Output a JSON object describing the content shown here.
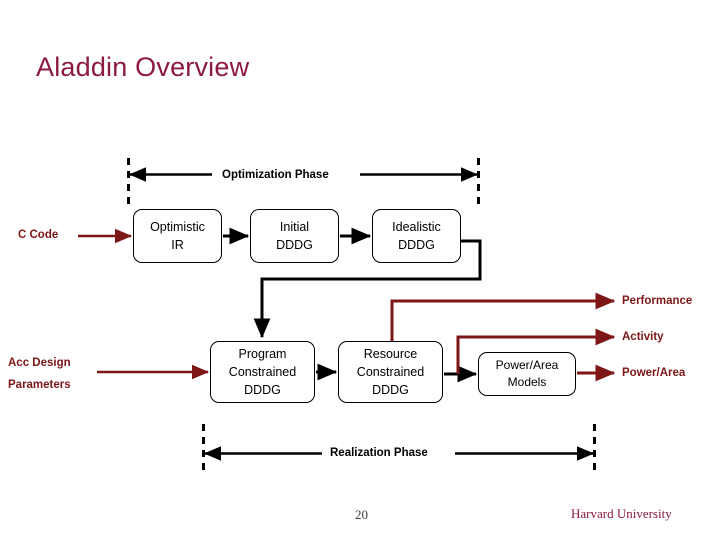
{
  "slide": {
    "title": "Aladdin Overview",
    "title_color": "#8C1B3E",
    "background": "#ffffff"
  },
  "diagram": {
    "type": "flowchart",
    "accent_red": "#7D1616",
    "line_black": "#000000",
    "phases": [
      {
        "id": "optimization-phase",
        "label": "Optimization Phase",
        "style": "double-headed-arrow-between-dashed-guides",
        "position": "top"
      },
      {
        "id": "realization-phase",
        "label": "Realization Phase",
        "style": "double-headed-arrow-between-dashed-guides",
        "position": "bottom"
      }
    ],
    "inputs": [
      {
        "id": "c-code",
        "label": "C Code",
        "color": "#7D1616",
        "target": "optimistic-ir"
      },
      {
        "id": "acc-design-parameters",
        "label_line1": "Acc Design",
        "label_line2": "Parameters",
        "color": "#7D1616",
        "target": "program-constrained-dddg"
      }
    ],
    "nodes": [
      {
        "id": "optimistic-ir",
        "lines": [
          "Optimistic",
          "IR"
        ]
      },
      {
        "id": "initial-dddg",
        "lines": [
          "Initial",
          "DDDG"
        ]
      },
      {
        "id": "idealistic-dddg",
        "lines": [
          "Idealistic",
          "DDDG"
        ]
      },
      {
        "id": "program-constrained-dddg",
        "lines": [
          "Program",
          "Constrained",
          "DDDG"
        ]
      },
      {
        "id": "resource-constrained-dddg",
        "lines": [
          "Resource",
          "Constrained",
          "DDDG"
        ]
      },
      {
        "id": "power-area-models",
        "lines": [
          "Power/Area",
          "Models"
        ]
      }
    ],
    "outputs": [
      {
        "id": "performance",
        "label": "Performance",
        "color": "#7D1616",
        "source": "resource-constrained-dddg"
      },
      {
        "id": "activity",
        "label": "Activity",
        "color": "#7D1616",
        "source": "resource-constrained-dddg"
      },
      {
        "id": "power-area",
        "label": "Power/Area",
        "color": "#7D1616",
        "source": "power-area-models"
      }
    ],
    "edges": [
      {
        "from": "c-code",
        "to": "optimistic-ir",
        "color": "#7D1616"
      },
      {
        "from": "optimistic-ir",
        "to": "initial-dddg",
        "color": "#000000"
      },
      {
        "from": "initial-dddg",
        "to": "idealistic-dddg",
        "color": "#000000"
      },
      {
        "from": "idealistic-dddg",
        "to": "program-constrained-dddg",
        "color": "#000000"
      },
      {
        "from": "program-constrained-dddg",
        "to": "resource-constrained-dddg",
        "color": "#000000"
      },
      {
        "from": "resource-constrained-dddg",
        "to": "power-area-models",
        "color": "#000000"
      },
      {
        "from": "acc-design-parameters",
        "to": "program-constrained-dddg",
        "color": "#7D1616"
      },
      {
        "from": "resource-constrained-dddg",
        "to": "performance",
        "color": "#7D1616"
      },
      {
        "from": "resource-constrained-dddg",
        "to": "activity",
        "color": "#7D1616"
      },
      {
        "from": "power-area-models",
        "to": "power-area",
        "color": "#7D1616"
      }
    ]
  },
  "footer": {
    "page_number": "20",
    "organization": "Harvard University",
    "organization_color": "#8C1B3E"
  }
}
